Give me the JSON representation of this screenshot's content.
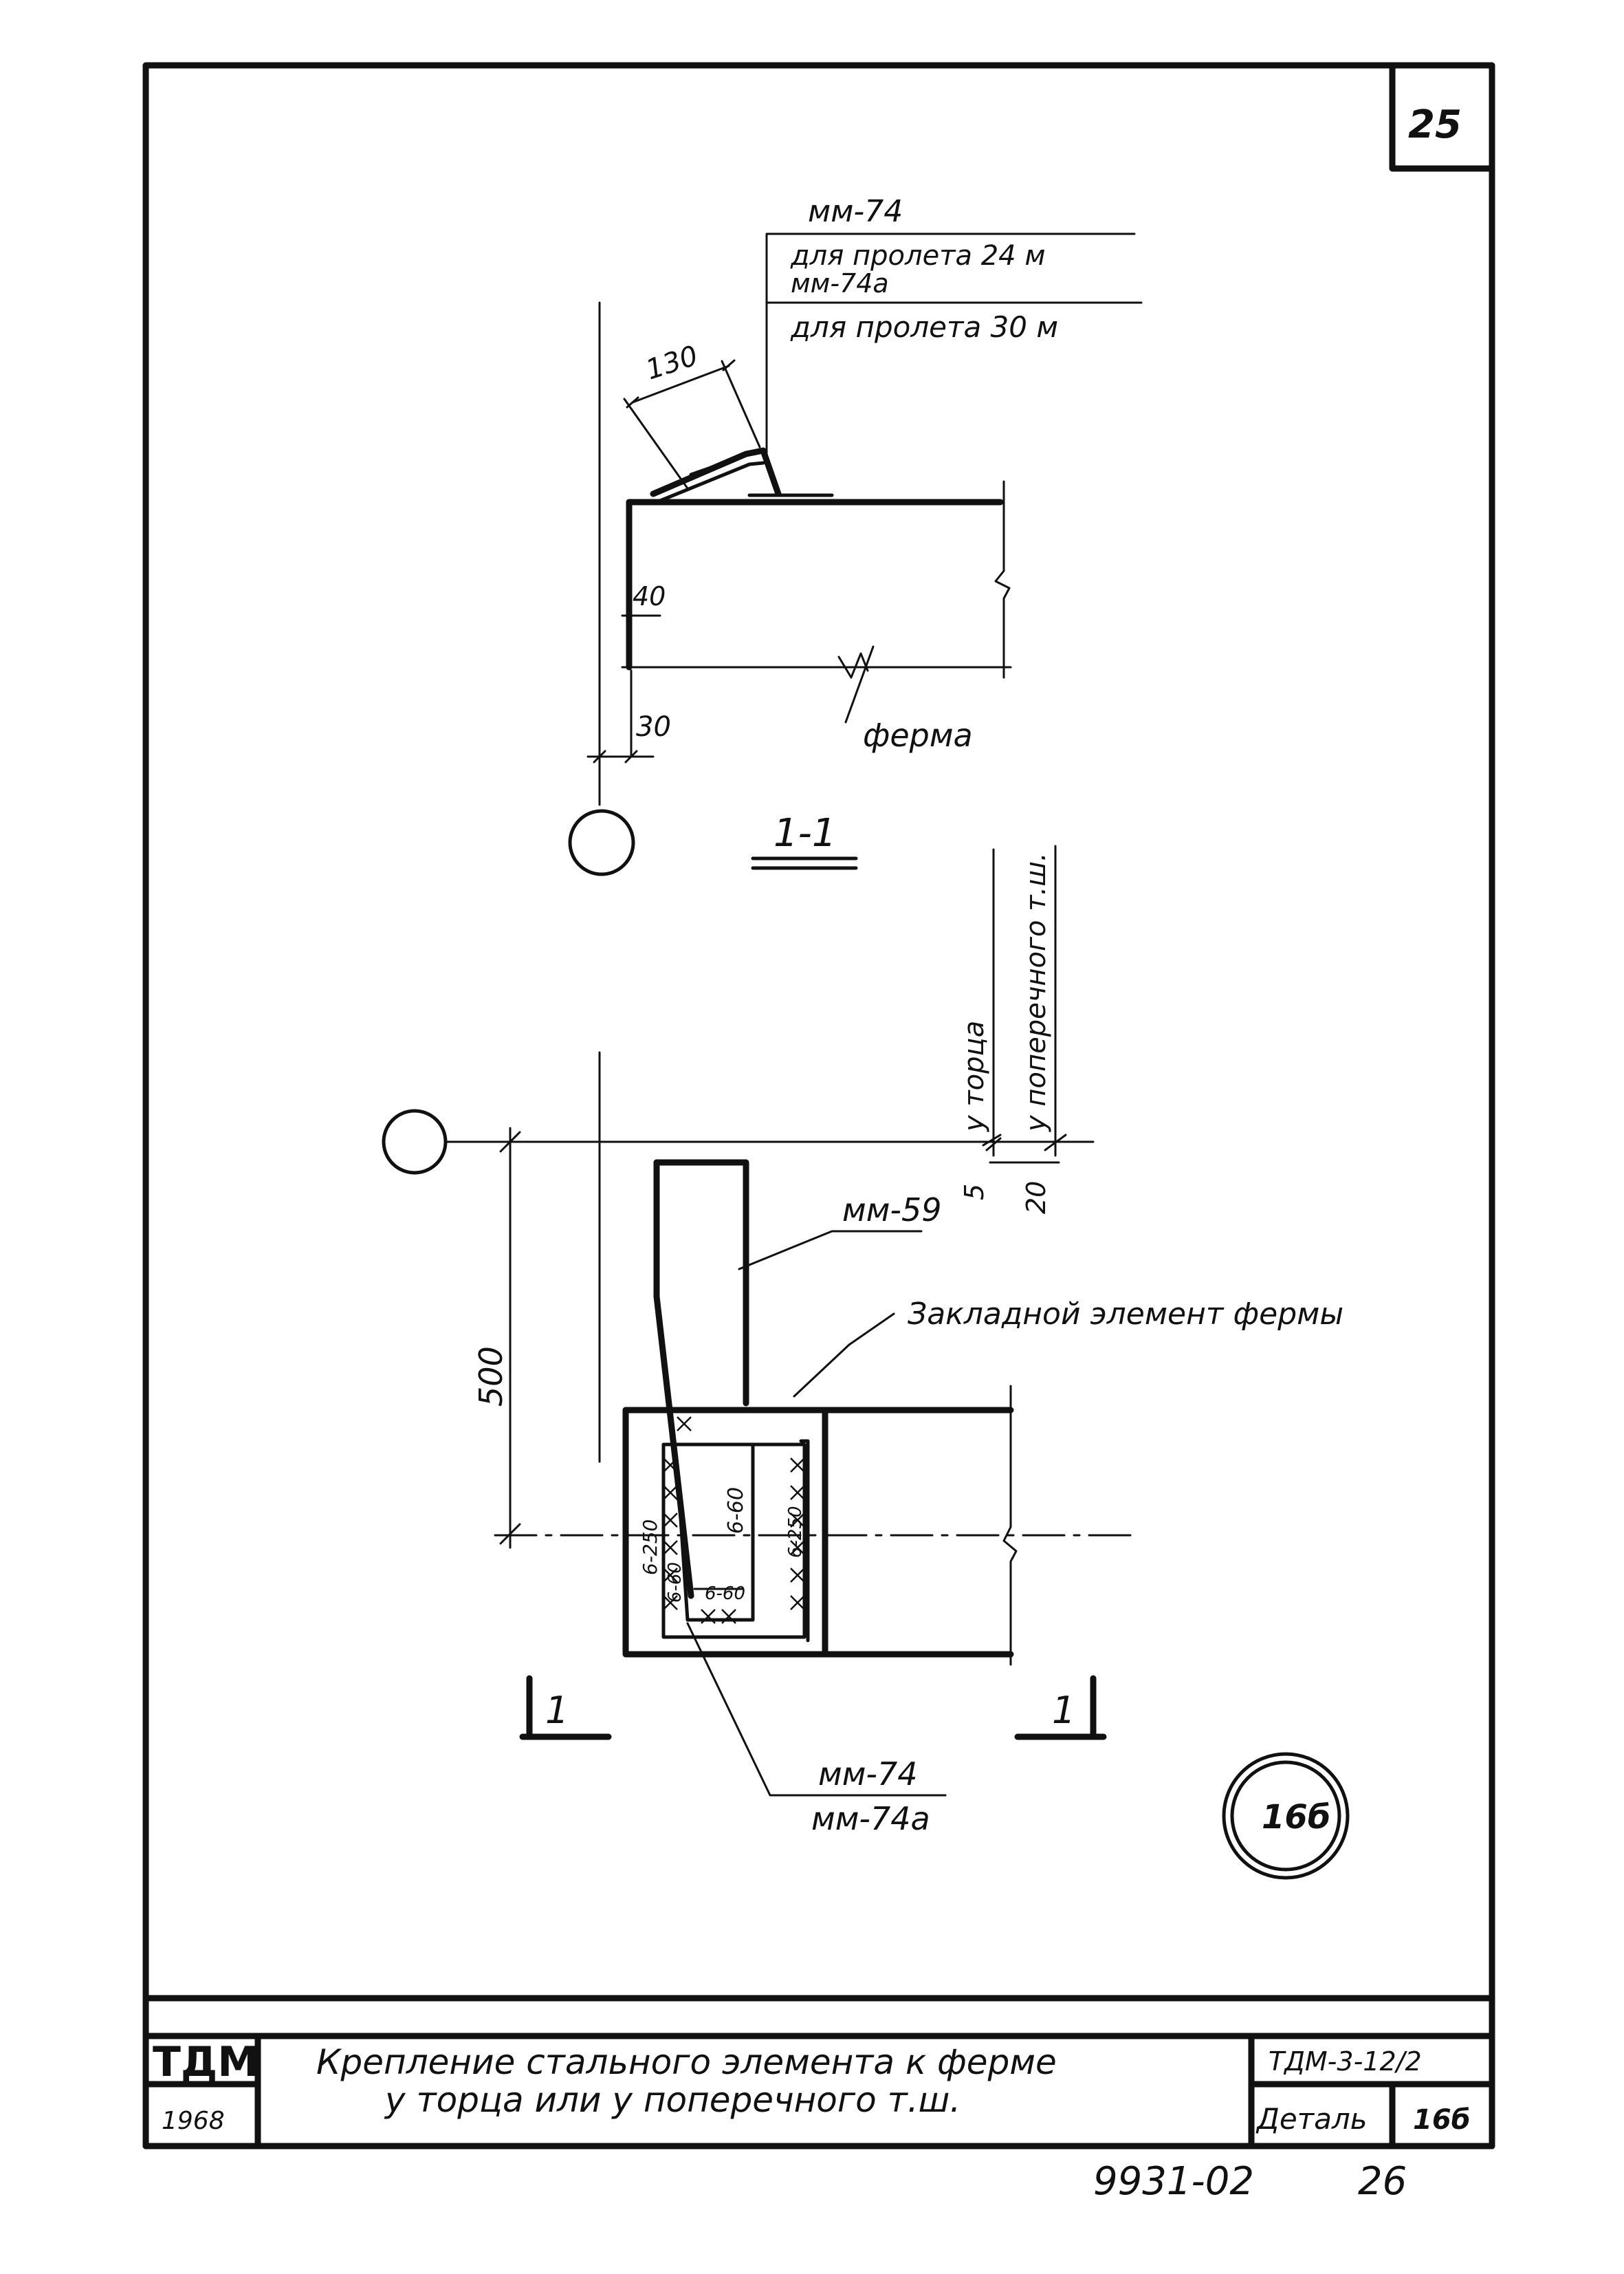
{
  "sheet": {
    "page_number": "25",
    "reference_circle_label": "16б",
    "bottom_code": "9931-02",
    "bottom_page": "26"
  },
  "section_1_1": {
    "label": "1-1",
    "part_labels": [
      "мм-74",
      "для пролета 24 м",
      "мм-74а",
      "для пролета 30 м"
    ],
    "dim_130": "130",
    "dim_40": "40",
    "dim_30": "30",
    "truss_label": "ферма"
  },
  "plan": {
    "dim_500": "500",
    "dim_5": "5",
    "dim_20": "20",
    "label_end": "у торца",
    "label_joint": "у поперечного т.ш.",
    "label_mm59": "мм-59",
    "label_embedded": "Закладной элемент фермы",
    "label_mm74": "мм-74",
    "label_mm74a": "мм-74а",
    "weld_1": "6-250",
    "weld_2": "6-60",
    "weld_3": "6-250",
    "weld_4": "6-60",
    "weld_5": "6-60",
    "cut_left": "1",
    "cut_right": "1"
  },
  "title_block": {
    "org": "ТДМ",
    "year": "1968",
    "title_line1": "Крепление стального элемента к ферме",
    "title_line2": "у торца или у поперечного т.ш.",
    "series": "ТДМ-3-12/2",
    "detail_label": "Деталь",
    "detail_number": "16б"
  }
}
